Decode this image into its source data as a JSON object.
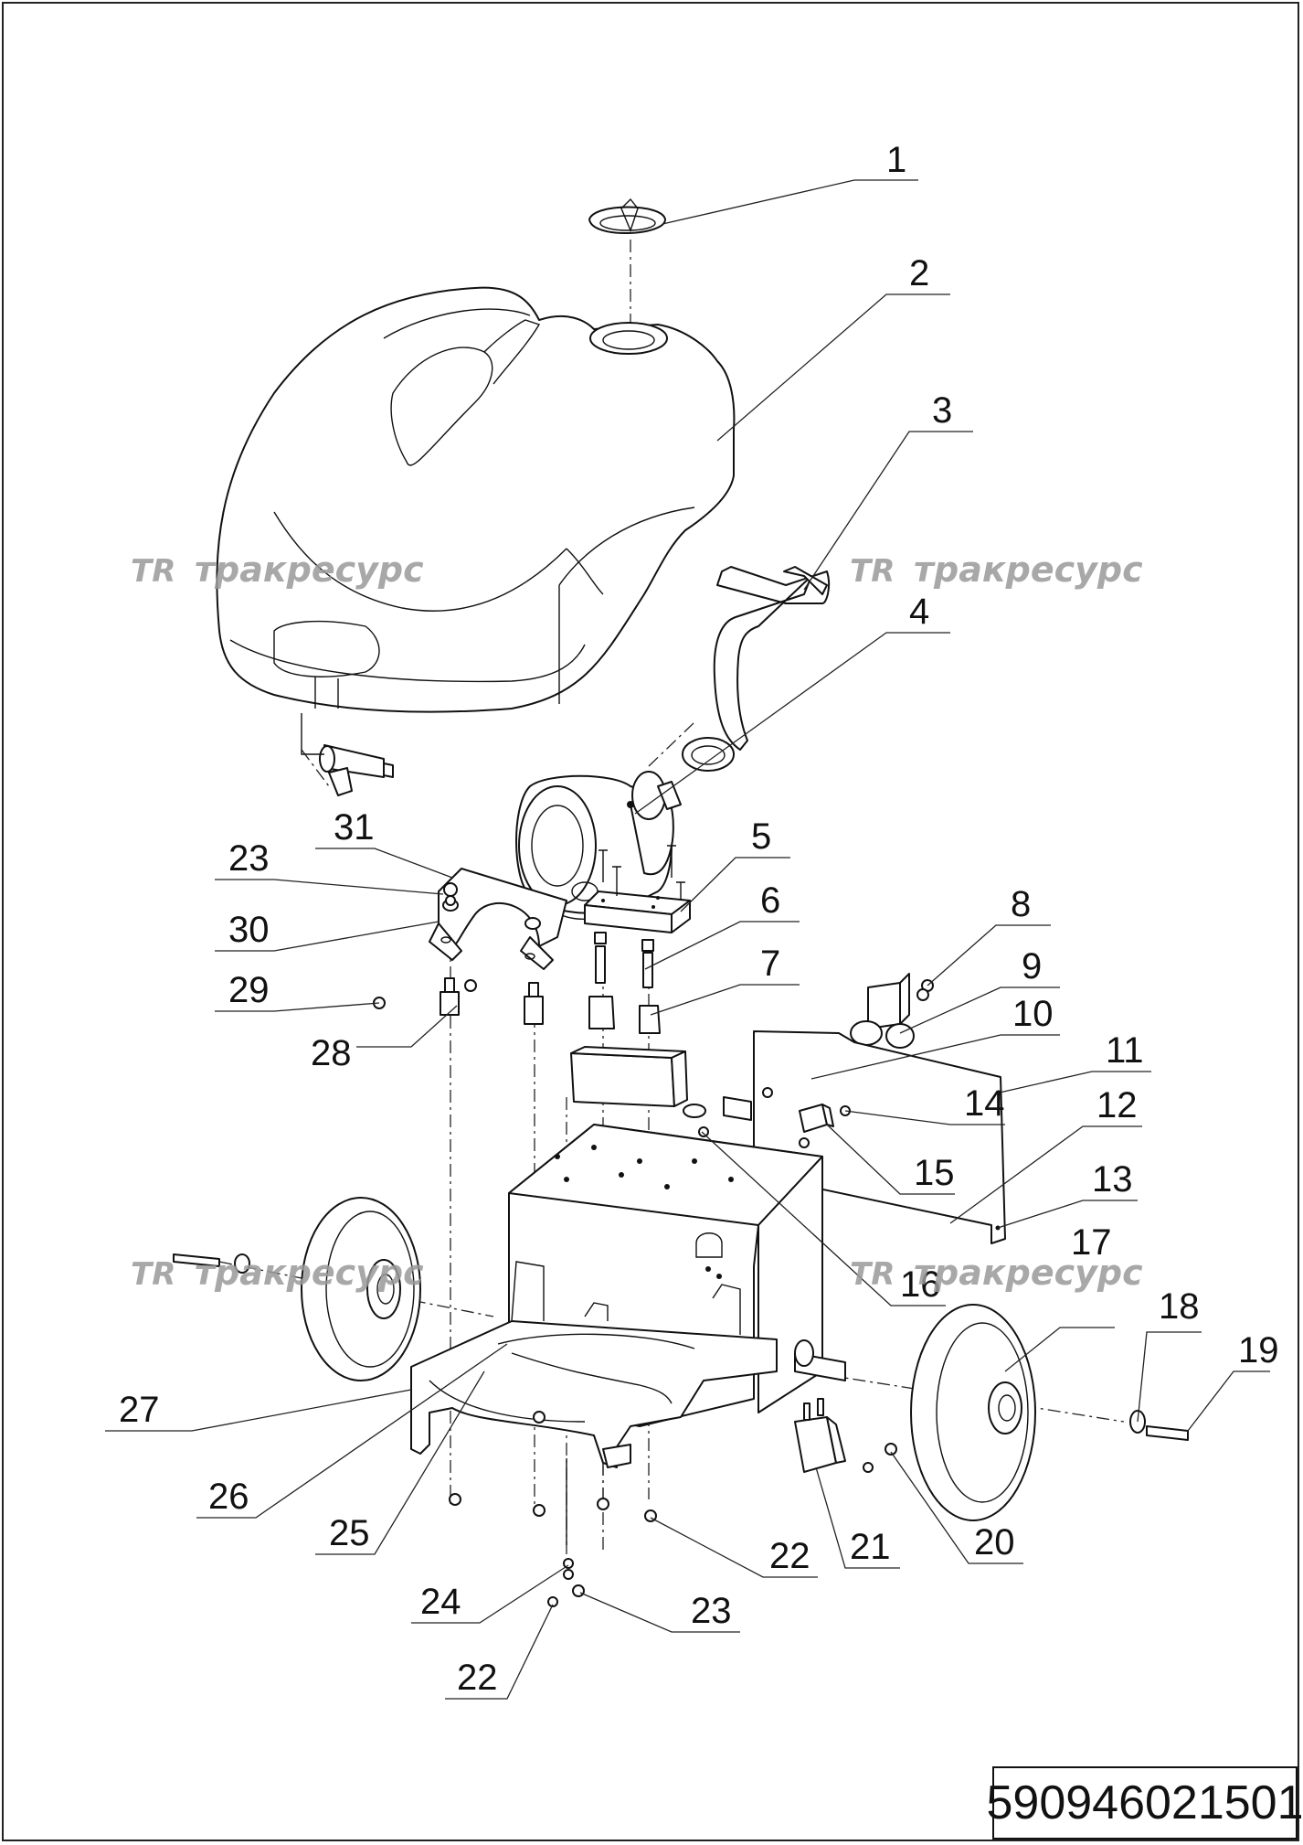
{
  "watermark": {
    "text": "тракресурс",
    "logo": "TR"
  },
  "drawing_code": "590946021501",
  "callouts": [
    "1",
    "2",
    "3",
    "4",
    "5",
    "6",
    "7",
    "8",
    "9",
    "10",
    "11",
    "12",
    "13",
    "14",
    "15",
    "16",
    "17",
    "18",
    "19",
    "20",
    "21",
    "22",
    "22",
    "23",
    "23",
    "24",
    "25",
    "26",
    "27",
    "28",
    "29",
    "30",
    "31"
  ]
}
